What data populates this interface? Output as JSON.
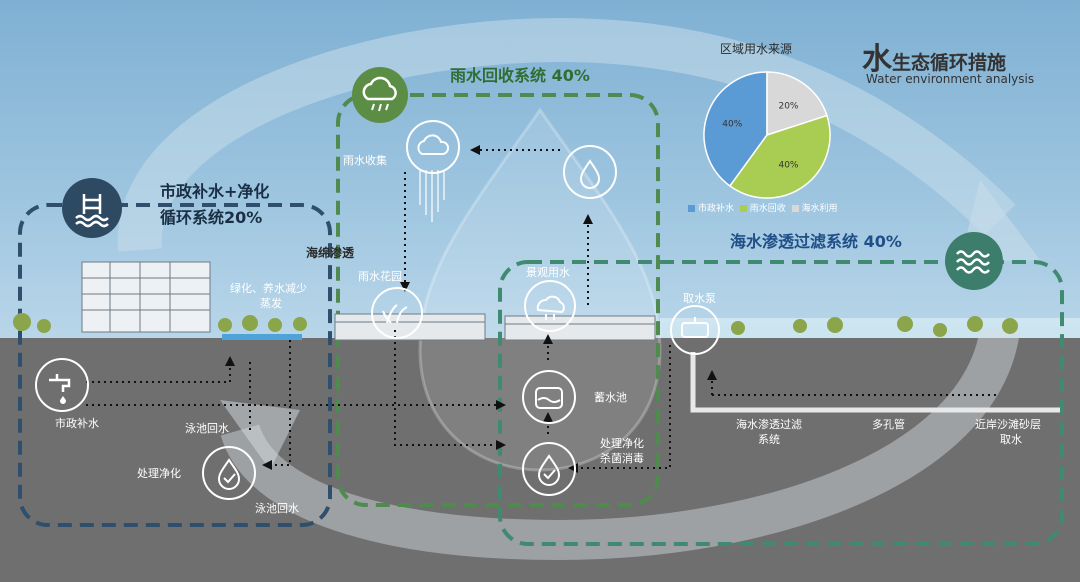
{
  "title": {
    "main_char": "水",
    "rest": "生态循环措施",
    "subtitle_en": "Water environment analysis"
  },
  "systems": {
    "rain": "雨水回收系统 40%",
    "municipal_line1": "市政补水+净化",
    "municipal_line2": "循环系统20%",
    "sea": "海水渗透过滤系统 40%"
  },
  "chart_data": {
    "type": "pie",
    "title": "区域用水来源",
    "categories": [
      "市政补水",
      "雨水回收",
      "海水利用"
    ],
    "values": [
      40,
      40,
      20
    ],
    "data_labels": [
      "40%",
      "40%",
      "20%"
    ],
    "colors": [
      "#5b9bd5",
      "#a9cc52",
      "#d8d8d8"
    ],
    "legend_position": "bottom"
  },
  "labels": {
    "sponge": "海绵渗透",
    "rain_collect": "雨水收集",
    "rain_garden": "雨水花园",
    "landscape_water": "景观用水",
    "greening": "绿化、养水减少",
    "evaporation": "蒸发",
    "intake_pump": "取水泵",
    "municipal_supply": "市政补水",
    "pool_return_1": "泳池回水",
    "pool_return_2": "泳池回水",
    "treatment": "处理净化",
    "storage_pool": "蓄水池",
    "disinfect_line1": "处理净化",
    "disinfect_line2": "杀菌消毒",
    "sea_filter_line1": "海水渗透过滤",
    "sea_filter_line2": "系统",
    "perforated_pipe": "多孔管",
    "beach_line1": "近岸沙滩砂层",
    "beach_line2": "取水"
  }
}
